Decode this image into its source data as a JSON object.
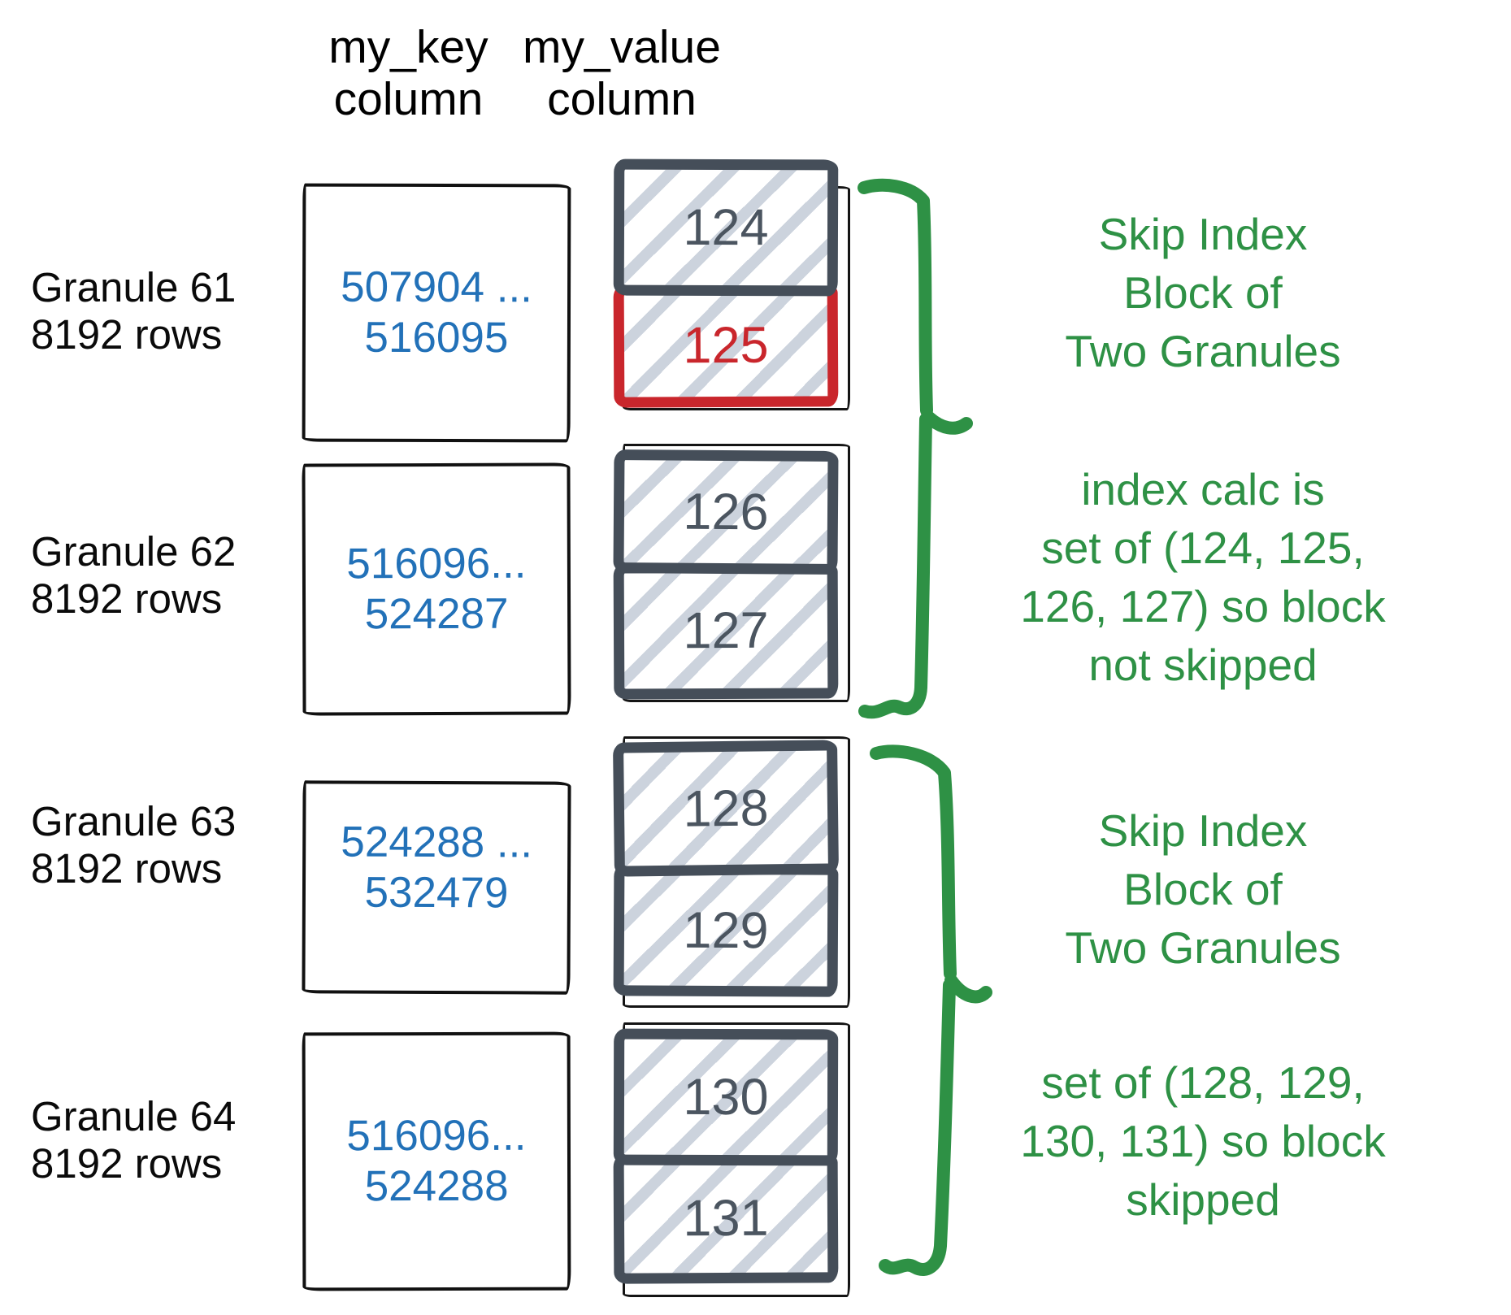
{
  "headers": {
    "key": "my_key\ncolumn",
    "value": "my_value\ncolumn"
  },
  "granules": [
    {
      "label": "Granule 61\n8192 rows",
      "key_range": "507904 ...\n516095",
      "blocks": [
        {
          "value": "124",
          "highlight": false
        },
        {
          "value": "125",
          "highlight": true
        }
      ]
    },
    {
      "label": "Granule 62\n8192 rows",
      "key_range": "516096...\n524287",
      "blocks": [
        {
          "value": "126",
          "highlight": false
        },
        {
          "value": "127",
          "highlight": false
        }
      ]
    },
    {
      "label": "Granule 63\n8192 rows",
      "key_range": "524288 ...\n532479",
      "blocks": [
        {
          "value": "128",
          "highlight": false
        },
        {
          "value": "129",
          "highlight": false
        }
      ]
    },
    {
      "label": "Granule 64\n8192 rows",
      "key_range": "516096...\n524288",
      "blocks": [
        {
          "value": "130",
          "highlight": false
        },
        {
          "value": "131",
          "highlight": false
        }
      ]
    }
  ],
  "annotations": [
    {
      "text": "Skip Index\nBlock of\nTwo Granules"
    },
    {
      "text": "index calc is\nset of (124, 125,\n126, 127) so block\nnot skipped"
    },
    {
      "text": "Skip Index\nBlock of\nTwo Granules"
    },
    {
      "text": "set of (128, 129,\n130, 131) so block\nskipped"
    }
  ],
  "colors": {
    "ink": "#111111",
    "granule-border": "#454e59",
    "number": "#4b5560",
    "highlight": "#c9262c",
    "key-text": "#2271b8",
    "annotation": "#2e9145",
    "hatch": "#ccd3dd"
  }
}
